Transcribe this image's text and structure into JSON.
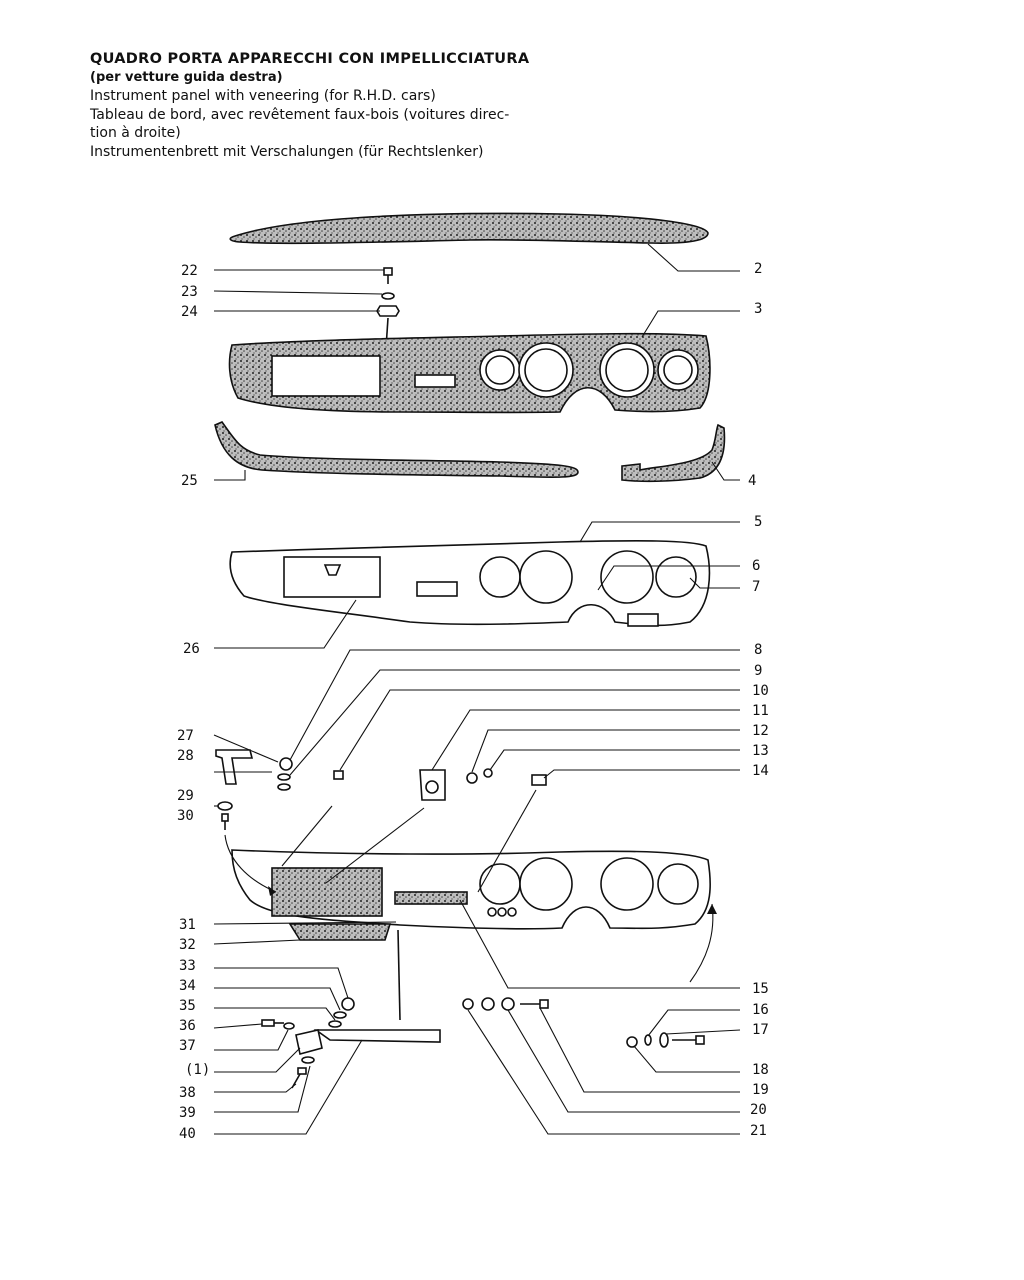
{
  "header": {
    "title_it": "QUADRO PORTA APPARECCHI CON IMPELLICCIATURA",
    "subtitle_it": "(per vetture guida destra)",
    "title_en": "Instrument panel with veneering (for R.H.D. cars)",
    "title_fr_1": "Tableau de bord, avec revêtement faux-bois (voitures direc-",
    "title_fr_2": "tion à droite)",
    "title_de": "Instrumentenbrett mit Verschalungen (für Rechtslenker)"
  },
  "callouts_left": [
    "22",
    "23",
    "24",
    "25",
    "26",
    "27",
    "28",
    "29",
    "30",
    "31",
    "32",
    "33",
    "34",
    "35",
    "36",
    "37",
    "(1)",
    "38",
    "39",
    "40"
  ],
  "callouts_right": [
    "2",
    "3",
    "4",
    "5",
    "6",
    "7",
    "8",
    "9",
    "10",
    "11",
    "12",
    "13",
    "14",
    "15",
    "16",
    "17",
    "18",
    "19",
    "20",
    "21"
  ],
  "colors": {
    "ink": "#111111",
    "wood": "#d8d8d8",
    "paper": "#ffffff"
  }
}
